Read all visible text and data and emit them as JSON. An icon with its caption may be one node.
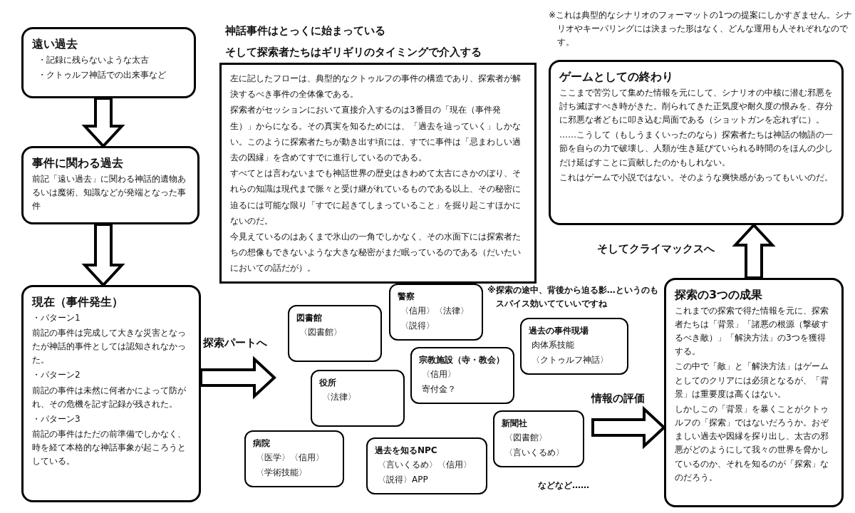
{
  "diagram": {
    "nodes": [
      {
        "text": [
          "遠い過去",
          "・記録に残らないような太古",
          "・クトゥルフ神話での出来事など"
        ]
      },
      {
        "text": [
          "事件に関わる過去",
          "前記「遠い過去」に関わる神話的遺物あるいは魔術、知識などが発端となった事件"
        ]
      },
      {
        "text": [
          "現在（事件発生）",
          "・パターン1",
          "前記の事件は完成して大きな災害となったが神話的事件としては認知されなかった。",
          "・パターン2",
          "前記の事件は未然に何者かによって防がれ、その危機を記す記録が残された。",
          "・パターン3",
          "前記の事件はただの前準備でしかなく、時を経て本格的な神話事象が起ころうとしている。"
        ]
      },
      {
        "text": [
          "神話事件はとっくに始まっている",
          "そして探索者たちはギリギリのタイミングで介入する",
          "左に記したフローは、典型的なクトゥルフの事件の構造であり、探索者が解決するべき事件の全体像である。",
          "探索者がセッションにおいて直接介入するのは3番目の「現在（事件発生）」からになる。その真実を知るためには、「過去を辿っていく」しかない。このように探索者たちが動き出す頃には、すでに事件は「忌まわしい過去の因縁」を含めてすでに進行しているのである。",
          "すべてとは言わないまでも神話世界の歴史はきわめて太古にさかのぼり、それらの知識は現代まで脈々と受け継がれているものである以上、その秘密に迫るには可能な限り「すでに起きてしまっていること」を掘り起こすほかにないのだ。",
          "今見えているのはあくまで氷山の一角でしかなく、その水面下には探索者たちの想像もできないような大きな秘密がまだ眠っているのである（だいたいにおいての話だが）。"
        ]
      },
      {
        "text": [
          "ゲームとしての終わり",
          "ここまで苦労して集めた情報を元にして、シナリオの中核に潜む邪悪を討ち滅ぼすべき時がきた。削られてきた正気度や耐久度の恨みを、存分に邪悪な者どもに叩き込む局面である（ショットガンを忘れずに）。",
          "……こうして（もしうまくいったのなら）探索者たちは神話の物語の一節を自らの力で破壊し、人類が生き延びていられる時間のをほんの少しだけ延ばすことに貢献したのかもしれない。",
          "これはゲームで小説ではない。そのような爽快感があってもいいのだ。"
        ]
      },
      {
        "text": [
          "警察",
          "〈信用〉〈法律〉",
          "〈説得〉"
        ]
      },
      {
        "text": [
          "図書館",
          "〈図書館〉"
        ]
      },
      {
        "text": [
          "過去の事件現場",
          "肉体系技能",
          "〈クトゥルフ神話〉"
        ]
      },
      {
        "text": [
          "宗教施設（寺・教会）",
          "〈信用〉",
          "寄付金？"
        ]
      },
      {
        "text": [
          "役所",
          "〈法律〉"
        ]
      },
      {
        "text": [
          "新聞社",
          "〈図書館〉",
          "〈言いくるめ〉"
        ]
      },
      {
        "text": [
          "病院",
          "〈医学〉〈信用〉",
          "〈学術技能〉"
        ]
      },
      {
        "text": [
          "過去を知るNPC",
          "〈言いくるめ〉〈信用〉",
          "〈説得〉APP"
        ]
      },
      {
        "text": [
          "探索の3つの成果",
          "これまでの探索で得た情報を元に、探索者たちは「背景」「諸悪の根源（撃破するべき敵）」「解決方法」の3つを獲得する。",
          "この中で「敵」と「解決方法」はゲームとしてのクリアには必須となるが、「背景」は重要度は高くはない。",
          "しかしこの「背景」を暴くことがクトゥルフの「探索」ではないだろうか。おぞましい過去や因縁を探り出し、太古の邪悪がどのようにして我々の世界を脅かしているのか、それを知るのが「探索」なのだろう。"
        ]
      }
    ],
    "edges": [
      {
        "from": 0,
        "to": 1,
        "arrow": "to"
      },
      {
        "from": 1,
        "to": 2,
        "arrow": "to"
      },
      {
        "from": 2,
        "to": null,
        "arrow": "to",
        "label": "探索パートへ"
      },
      {
        "from": null,
        "to": 13,
        "arrow": "to",
        "label": "情報の評価"
      },
      {
        "from": 13,
        "to": 4,
        "arrow": "to",
        "label": "そしてクライマックスへ"
      }
    ],
    "labels": [
      "※これは典型的なシナリオのフォーマットの1つの提案にしかすぎません。シナリオやキーパリングには決まった形はなく、どんな運用も人それぞれなのです。",
      "※探索の途中、背後から迫る影…というのもスパイス効いてていいですね",
      "などなど……"
    ]
  }
}
